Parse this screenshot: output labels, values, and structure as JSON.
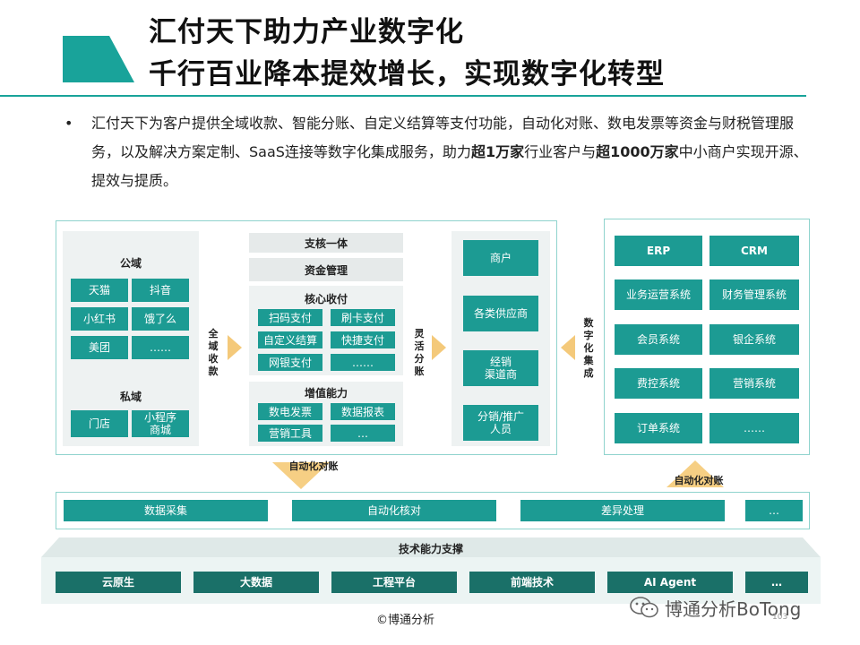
{
  "title": {
    "line1": "汇付天下助力产业数字化",
    "line2": "千行百业降本提效增长，实现数字化转型"
  },
  "intro": {
    "bullet": "•",
    "part1": "汇付天下为客户提供全域收款、智能分账、自定义结算等支付功能，自动化对账、数电发票等资金与财税管理服务，以及解决方案定制、SaaS连接等数字化集成服务，助力",
    "bold1": "超1万家",
    "part2": "行业客户与",
    "bold2": "超1000万家",
    "part3": "中小商户实现开源、提效与提质。"
  },
  "left": {
    "public_label": "公域",
    "public_items": [
      "天猫",
      "抖音",
      "小红书",
      "饿了么",
      "美团",
      "……"
    ],
    "private_label": "私域",
    "private_items": [
      "门店",
      "小程序\n商城"
    ],
    "collect_label": "全\n域\n收\n款"
  },
  "center": {
    "head1": "支核一体",
    "head2": "资金管理",
    "core_label": "核心收付",
    "core_items": [
      "扫码支付",
      "刷卡支付",
      "自定义结算",
      "快捷支付",
      "网银支付",
      "……"
    ],
    "value_label": "增值能力",
    "value_items": [
      "数电发票",
      "数据报表",
      "营销工具",
      "…"
    ],
    "split_label": "灵\n活\n分\n账"
  },
  "recipients": [
    "商户",
    "各类供应商",
    "经销\n渠道商",
    "分销/推广\n人员"
  ],
  "right": {
    "integrate_label": "数\n字\n化\n集\n成",
    "items": [
      "ERP",
      "CRM",
      "业务运营系统",
      "财务管理系统",
      "会员系统",
      "银企系统",
      "费控系统",
      "营销系统",
      "订单系统",
      "……"
    ]
  },
  "reconcile": {
    "left_label": "自动化对账",
    "right_label": "自动化对账"
  },
  "data_row": [
    "数据采集",
    "自动化核对",
    "差异处理",
    "…"
  ],
  "tech": {
    "label": "技术能力支撑",
    "items": [
      "云原生",
      "大数据",
      "工程平台",
      "前端技术",
      "AI Agent",
      "…"
    ]
  },
  "footer": "©博通分析",
  "watermark": "博通分析BoTong",
  "page_number": "103",
  "colors": {
    "teal": "#1c9b93",
    "teal_dark": "#1a7068",
    "arrow": "#f6cf84",
    "border": "#8fd3cd"
  }
}
